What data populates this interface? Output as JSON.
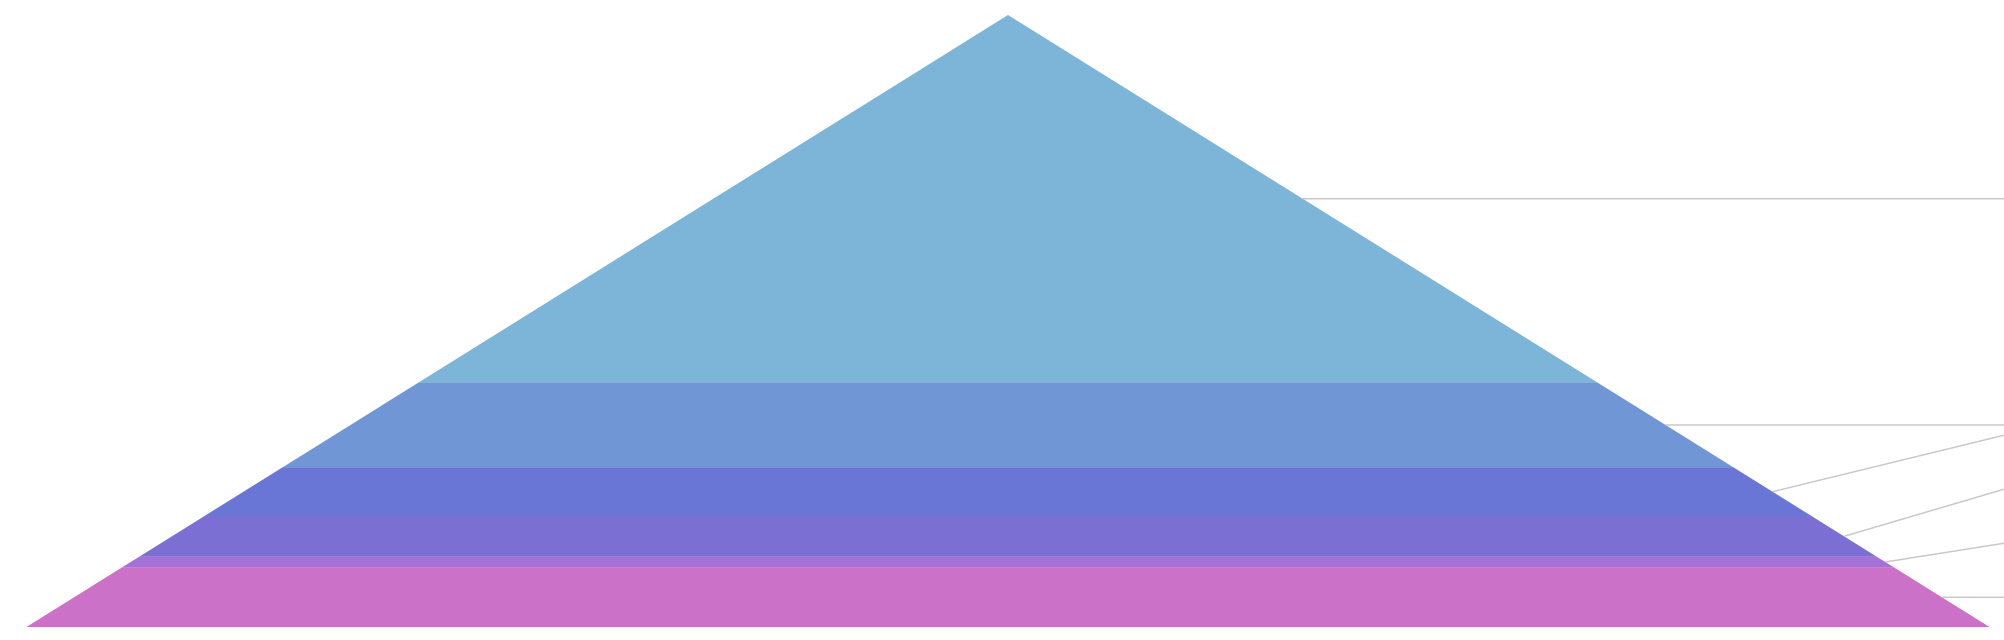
{
  "chart_data": {
    "type": "pyramid",
    "layers": [
      {
        "value": 35,
        "color": "#7cb5d8"
      },
      {
        "value": 18,
        "color": "#7096d6"
      },
      {
        "value": 12,
        "color": "#6a76d5"
      },
      {
        "value": 11,
        "color": "#7c6fd4"
      },
      {
        "value": 3,
        "color": "#a471d6"
      },
      {
        "value": 18,
        "color": "#cb71c8"
      }
    ],
    "connector_color": "#c8c8c8",
    "labels_visible": false
  }
}
